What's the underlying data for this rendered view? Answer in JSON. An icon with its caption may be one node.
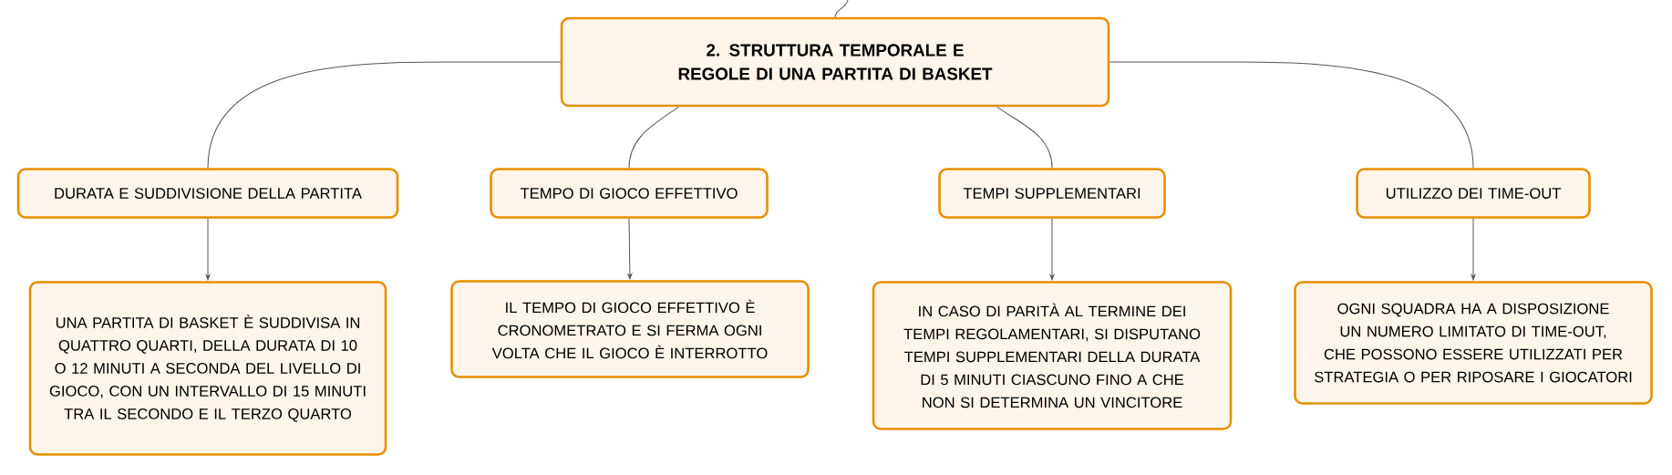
{
  "diagram": {
    "nodes": [
      {
        "text": [
          "2. STRUTTURA TEMPORALE E REGOLE DI UNA PARTITA DI BASKET"
        ]
      },
      {
        "text": [
          "DURATA E SUDDIVISIONE DELLA PARTITA"
        ]
      },
      {
        "text": [
          "TEMPO DI GIOCO EFFETTIVO"
        ]
      },
      {
        "text": [
          "TEMPI SUPPLEMENTARI"
        ]
      },
      {
        "text": [
          "UTILIZZO DEI TIME-OUT"
        ]
      },
      {
        "text": [
          "UNA PARTITA DI BASKET È SUDDIVISA IN QUATTRO QUARTI, DELLA DURATA DI 10 O 12 MINUTI A SECONDA DEL LIVELLO DI GIOCO, CON UN INTERVALLO DI 15 MINUTI TRA IL SECONDO E IL TERZO QUARTO"
        ]
      },
      {
        "text": [
          "IL TEMPO DI GIOCO EFFETTIVO È CRONOMETRATO E SI FERMA OGNI VOLTA CHE IL GIOCO È INTERROTTO"
        ]
      },
      {
        "text": [
          "IN CASO DI PARITÀ AL TERMINE DEI TEMPI REGOLAMENTARI, SI DISPUTANO TEMPI SUPPLEMENTARI DELLA DURATA DI 5 MINUTI CIASCUNO FINO A CHE NON SI DETERMINA UN VINCITORE"
        ]
      },
      {
        "text": [
          "OGNI SQUADRA HA A DISPOSIZIONE UN NUMERO LIMITATO DI TIME-OUT, CHE POSSONO ESSERE UTILIZZATI PER STRATEGIA O PER RIPOSARE I GIOCATORI"
        ]
      }
    ],
    "edges": [
      {
        "from": null,
        "to": 0,
        "arrow": "none"
      },
      {
        "from": 0,
        "to": 1,
        "arrow": "none"
      },
      {
        "from": 0,
        "to": 2,
        "arrow": "none"
      },
      {
        "from": 0,
        "to": 3,
        "arrow": "none"
      },
      {
        "from": 0,
        "to": 4,
        "arrow": "none"
      },
      {
        "from": 1,
        "to": 5,
        "arrow": "to"
      },
      {
        "from": 2,
        "to": 6,
        "arrow": "to"
      },
      {
        "from": 3,
        "to": 7,
        "arrow": "to"
      },
      {
        "from": 4,
        "to": 8,
        "arrow": "to"
      }
    ]
  }
}
